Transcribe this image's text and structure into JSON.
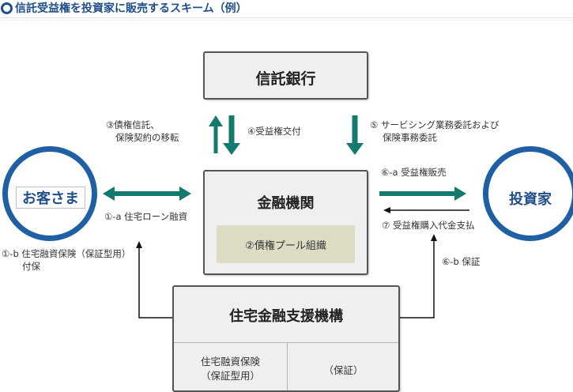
{
  "page": {
    "title": "信託受益権を投資家に販売するスキーム（例）"
  },
  "nodes": {
    "trust_bank": "信託銀行",
    "customer": "お客さま",
    "financial_institution": "金融機関",
    "debt_pool": "②債権プール組織",
    "investor": "投資家",
    "jhf": "住宅金融支援機構",
    "jhf_insurance_line1": "住宅融資保険",
    "jhf_insurance_line2": "（保証型用）",
    "jhf_guarantee": "（保証）"
  },
  "labels": {
    "step3_line1": "③債権信託、",
    "step3_line2": "保険契約の移転",
    "step4": "④受益権交付",
    "step5_line1": "⑤ サービシング業務委託および",
    "step5_line2": "保険事務委託",
    "step6a": "⑥-a 受益権販売",
    "step7": "⑦ 受益権購入代金支払",
    "step6b": "⑥-b 保証",
    "step1a": "①-a 住宅ローン融資",
    "step1b_line1": "①-b 住宅融資保険（保証型用）",
    "step1b_line2": "付保"
  },
  "colors": {
    "brand_blue": "#1f5fa3",
    "teal_arrow": "#147a6e",
    "box_fill": "#efefef",
    "pool_fill": "#dcdcc5"
  }
}
